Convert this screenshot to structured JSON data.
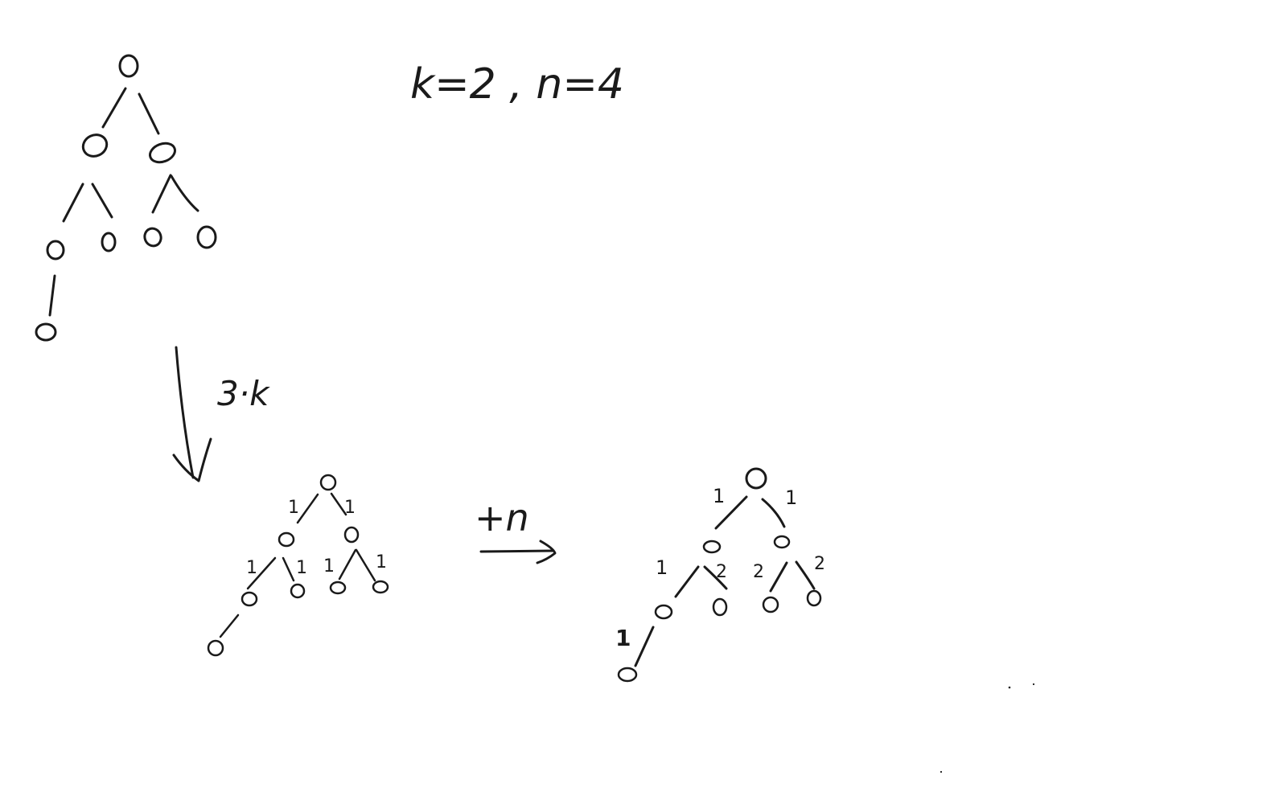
{
  "params_label": "k=2 , n=4",
  "step1_label": "3·k",
  "step2_label": "+n",
  "middle_tree_edge_weights": [
    "1",
    "1",
    "1",
    "1",
    "1",
    "1"
  ],
  "right_tree_edge_weights": [
    "1",
    "1",
    "1",
    "2",
    "2",
    "2",
    "1"
  ],
  "colors": {
    "ink": "#1a1a1a",
    "background": "#ffffff"
  }
}
